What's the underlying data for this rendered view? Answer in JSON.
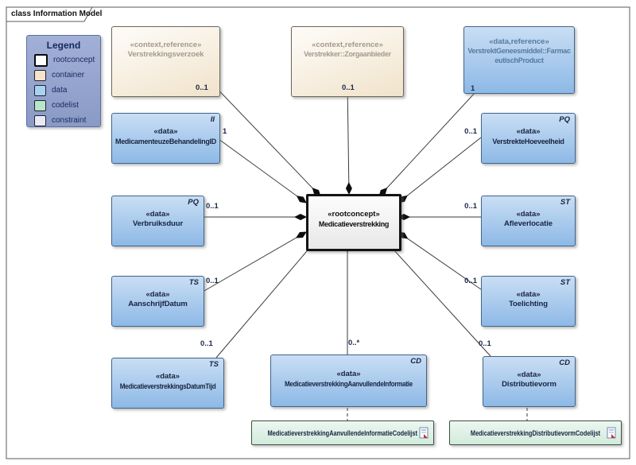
{
  "frame": {
    "tab_label": "class Information Model"
  },
  "legend": {
    "title": "Legend",
    "items": [
      {
        "label": "rootconcept",
        "color": "#ffffff"
      },
      {
        "label": "container",
        "color": "#f6e3cc"
      },
      {
        "label": "data",
        "color": "#a9d2f2"
      },
      {
        "label": "codelist",
        "color": "#b9e5c9"
      },
      {
        "label": "constraint",
        "color": "#e9e9f8"
      }
    ]
  },
  "center_node": {
    "stereotype": "«rootconcept»",
    "name": "Medicatieverstrekking"
  },
  "nodes": [
    {
      "stereotype": "«context,reference»",
      "name": "Verstrekkingsverzoek",
      "kind": "container",
      "type_tag": "",
      "multiplicity": "0..1"
    },
    {
      "stereotype": "«context,reference»",
      "name": "Verstrekker::Zorgaanbieder",
      "kind": "container",
      "type_tag": "",
      "multiplicity": "0..1"
    },
    {
      "stereotype": "«data,reference»",
      "name": "VerstrektGeneesmiddel::FarmaceutischProduct",
      "kind": "data-reference",
      "type_tag": "",
      "multiplicity": "1"
    },
    {
      "stereotype": "«data»",
      "name": "MedicamenteuzeBehandelingID",
      "kind": "data",
      "type_tag": "II",
      "multiplicity": "1"
    },
    {
      "stereotype": "«data»",
      "name": "Verbruiksduur",
      "kind": "data",
      "type_tag": "PQ",
      "multiplicity": "0..1"
    },
    {
      "stereotype": "«data»",
      "name": "AanschrijfDatum",
      "kind": "data",
      "type_tag": "TS",
      "multiplicity": "0..1"
    },
    {
      "stereotype": "«data»",
      "name": "MedicatieverstrekkingsDatumTijd",
      "kind": "data",
      "type_tag": "TS",
      "multiplicity": "0..1"
    },
    {
      "stereotype": "«data»",
      "name": "VerstrekteHoeveelheid",
      "kind": "data",
      "type_tag": "PQ",
      "multiplicity": "0..1"
    },
    {
      "stereotype": "«data»",
      "name": "Afleverlocatie",
      "kind": "data",
      "type_tag": "ST",
      "multiplicity": "0..1"
    },
    {
      "stereotype": "«data»",
      "name": "Toelichting",
      "kind": "data",
      "type_tag": "ST",
      "multiplicity": "0..1"
    },
    {
      "stereotype": "«data»",
      "name": "Distributievorm",
      "kind": "data",
      "type_tag": "CD",
      "multiplicity": "0..1"
    },
    {
      "stereotype": "«data»",
      "name": "MedicatieverstrekkingAanvullendeInformatie",
      "kind": "data",
      "type_tag": "CD",
      "multiplicity": "0..*"
    }
  ],
  "codelists": [
    {
      "name": "MedicatieverstrekkingAanvullendeInformatieCodelijst"
    },
    {
      "name": "MedicatieverstrekkingDistributievormCodelijst"
    }
  ],
  "colors": {
    "data_fill": "#a9d2f2",
    "container_fill": "#f6e3cc",
    "codelist_fill": "#d2ebdb",
    "rootconcept_fill": "#ffffff",
    "legend_fill": "#91a1cc",
    "data_border": "#41658c",
    "line": "#3a3a3a",
    "diamond": "#0d0d0d",
    "data_text": "#17233f",
    "container_text": "#a29a8d",
    "reference_text": "#55799f"
  }
}
